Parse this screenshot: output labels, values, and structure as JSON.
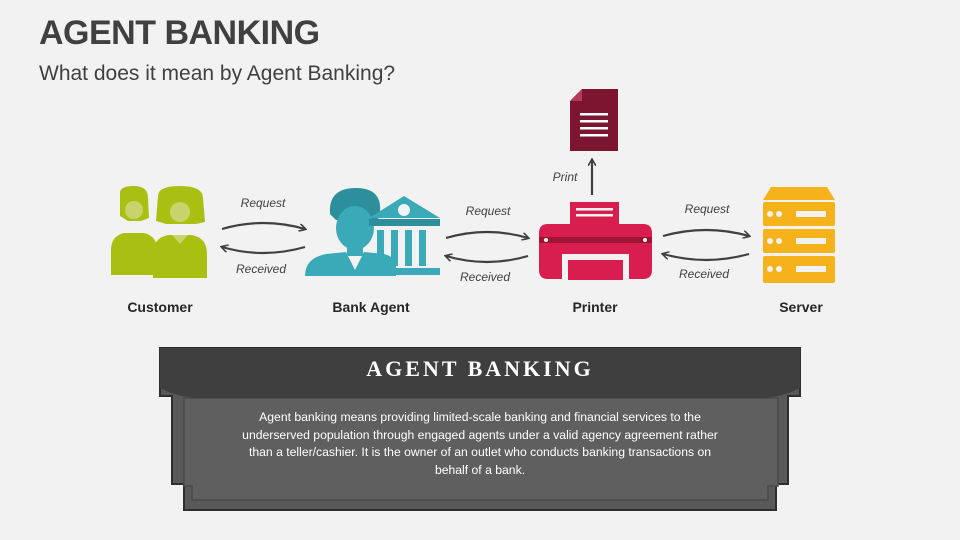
{
  "header": {
    "title": "AGENT BANKING",
    "subtitle": "What does it mean by Agent Banking?"
  },
  "nodes": {
    "customer": "Customer",
    "bank_agent": "Bank Agent",
    "printer": "Printer",
    "server": "Server"
  },
  "arrows": {
    "customer_agent": {
      "request": "Request",
      "received": "Received"
    },
    "agent_printer": {
      "request": "Request",
      "received": "Received"
    },
    "printer_server": {
      "request": "Request",
      "received": "Received"
    },
    "printer_document": {
      "label": "Print"
    }
  },
  "definition": {
    "title": "AGENT BANKING",
    "body": "Agent banking means providing limited-scale banking and financial services to the underserved population through engaged agents under a valid agency agreement rather than a teller/cashier. It is the owner of an outlet who conducts banking transactions on behalf of a bank."
  },
  "icons": {
    "customer": "customers-icon",
    "bank_agent": "bank-agent-icon",
    "printer": "printer-icon",
    "document": "document-icon",
    "server": "server-icon"
  },
  "colors": {
    "customer": "#a9c013",
    "bank_agent": "#3aaab8",
    "printer": "#d81d4f",
    "document": "#7b1530",
    "server": "#f5b21a",
    "box": "#595959",
    "box_header": "#3f3f3f"
  }
}
